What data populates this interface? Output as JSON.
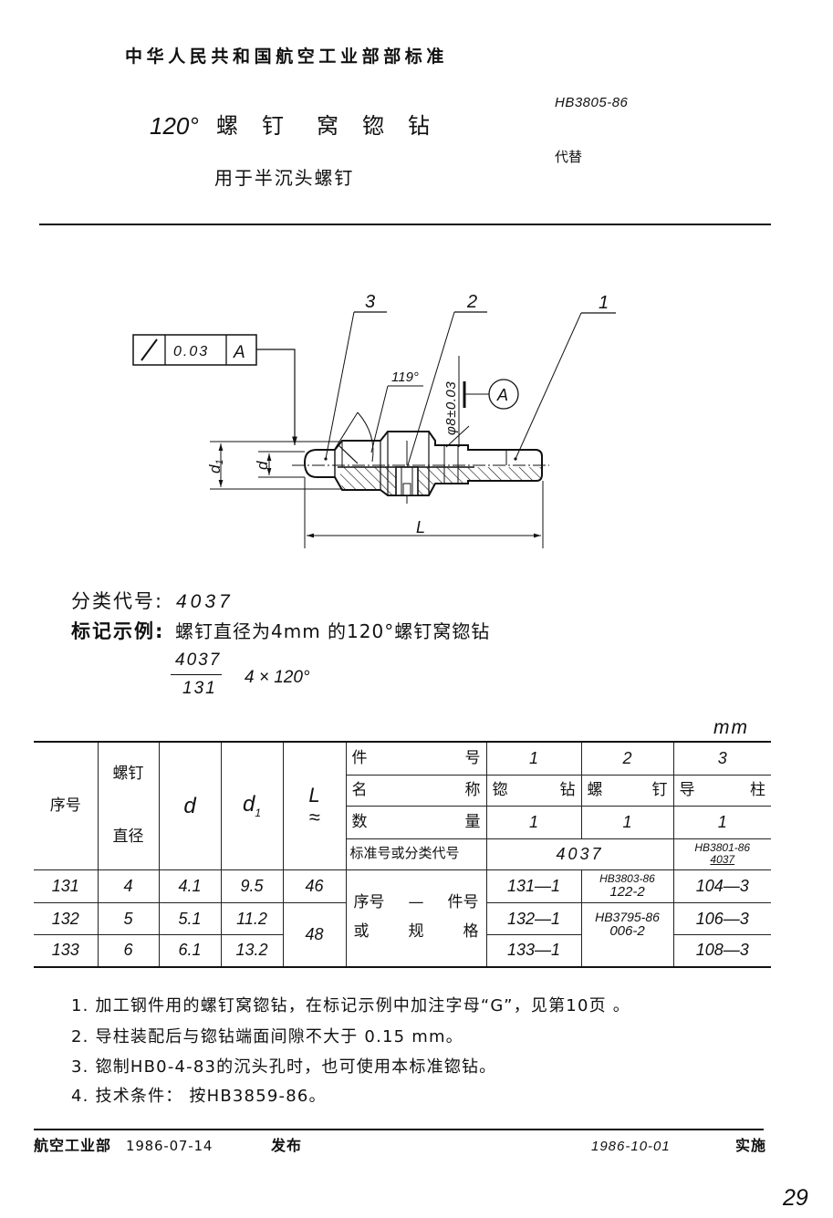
{
  "header": {
    "org_standard": "中华人民共和国航空工业部部标准",
    "standard_no": "HB3805-86",
    "replaces_label": "代替",
    "title_angle": "120°",
    "title_chars": [
      "螺",
      "钉",
      "窝",
      "锪",
      "钻"
    ],
    "subtitle": "用于半沉头螺钉"
  },
  "drawing": {
    "tolerance_frame": {
      "symbol": "/",
      "value": "0.03",
      "datum": "A"
    },
    "part_labels": {
      "guide": "3",
      "screw": "2",
      "cutter": "1"
    },
    "angle": "119°",
    "diameter": "φ8±0.03",
    "datum_label": "A",
    "dim_d": "d",
    "dim_d1_base": "d",
    "dim_d1_sub": "1",
    "dim_L": "L"
  },
  "classification": {
    "label": "分类代号:",
    "value": "4037"
  },
  "marking_example": {
    "label": "标记示例:",
    "description": "螺钉直径为4mm 的120°螺钉窝锪钻",
    "fraction_num": "4037",
    "fraction_den": "131",
    "spec": "4 × 120°"
  },
  "table": {
    "unit": "mm",
    "headers": {
      "seq": "序号",
      "screw_dia_top": "螺钉",
      "screw_dia_bottom": "直径",
      "d": "d",
      "d1_base": "d",
      "d1_sub": "1",
      "L": "L",
      "L_approx": "≈"
    },
    "part_no": {
      "label_l": "件",
      "label_r": "号",
      "values": [
        "1",
        "2",
        "3"
      ]
    },
    "name": {
      "label_l": "名",
      "label_r": "称",
      "values": [
        {
          "l": "锪",
          "r": "钻"
        },
        {
          "l": "螺",
          "r": "钉"
        },
        {
          "l": "导",
          "r": "柱"
        }
      ]
    },
    "quantity": {
      "label_l": "数",
      "label_r": "量",
      "values": [
        "1",
        "1",
        "1"
      ]
    },
    "std_no": {
      "label": "标准号或分类代号",
      "shared_12": "4037",
      "col3_line1": "HB3801-86",
      "col3_line2": "4037"
    },
    "spec_label": {
      "line1_a": "序号",
      "line1_b": "—",
      "line1_c": "件号",
      "line2_a": "或",
      "line2_b": "规",
      "line2_c": "格"
    },
    "rows": [
      {
        "seq": "131",
        "screw_dia": "4",
        "d": "4.1",
        "d1": "9.5",
        "L": "46",
        "part1": "131—1",
        "part3": "104—3"
      },
      {
        "seq": "132",
        "screw_dia": "5",
        "d": "5.1",
        "d1": "11.2",
        "part1": "132—1",
        "part3": "106—3"
      },
      {
        "seq": "133",
        "screw_dia": "6",
        "d": "6.1",
        "d1": "13.2",
        "part1": "133—1",
        "part3": "108—3"
      }
    ],
    "L_rows_132_133": "48",
    "part2_row131": {
      "line1": "HB3803-86",
      "line2": "122-2"
    },
    "part2_rows_132_133": {
      "line1": "HB3795-86",
      "line2": "006-2"
    }
  },
  "notes": [
    "1. 加工钢件用的螺钉窝锪钻，在标记示例中加注字母“G”，见第10页 。",
    "2. 导柱装配后与锪钻端面间隙不大于 0.15 mm。",
    "3. 锪制HB0-4-83的沉头孔时，也可使用本标准锪钻。",
    "4. 技术条件：  按HB3859-86。"
  ],
  "footer": {
    "issuer": "航空工业部",
    "issue_date": "1986-07-14",
    "issue_label": "发布",
    "effective_date": "1986-10-01",
    "effective_label": "实施",
    "page_number": "29"
  }
}
